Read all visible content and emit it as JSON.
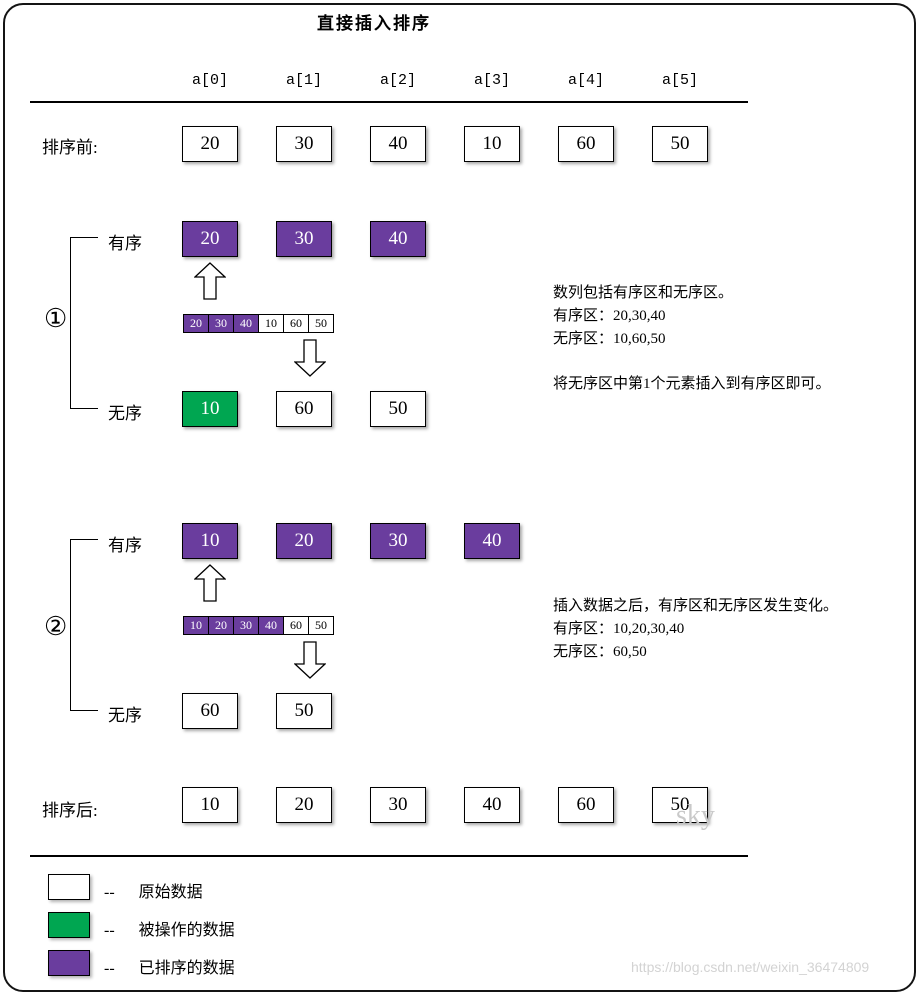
{
  "title": "直接插入排序",
  "headers": [
    "a[0]",
    "a[1]",
    "a[2]",
    "a[3]",
    "a[4]",
    "a[5]"
  ],
  "before": {
    "label": "排序前:",
    "values": [
      "20",
      "30",
      "40",
      "10",
      "60",
      "50"
    ]
  },
  "after": {
    "label": "排序后:",
    "values": [
      "10",
      "20",
      "30",
      "40",
      "60",
      "50"
    ]
  },
  "step1": {
    "number": "①",
    "ordered_label": "有序",
    "unordered_label": "无序",
    "ordered": [
      "20",
      "30",
      "40"
    ],
    "strip": [
      "20",
      "30",
      "40",
      "10",
      "60",
      "50"
    ],
    "unordered": [
      "10",
      "60",
      "50"
    ],
    "note1": "数列包括有序区和无序区。",
    "note2": "有序区：20,30,40",
    "note3": "无序区：10,60,50",
    "note4": "将无序区中第1个元素插入到有序区即可。"
  },
  "step2": {
    "number": "②",
    "ordered_label": "有序",
    "unordered_label": "无序",
    "ordered": [
      "10",
      "20",
      "30",
      "40"
    ],
    "strip": [
      "10",
      "20",
      "30",
      "40",
      "60",
      "50"
    ],
    "unordered": [
      "60",
      "50"
    ],
    "note1": "插入数据之后，有序区和无序区发生变化。",
    "note2": "有序区：10,20,30,40",
    "note3": "无序区：60,50"
  },
  "legend": {
    "items": [
      {
        "dash": "--",
        "label": "原始数据"
      },
      {
        "dash": "--",
        "label": "被操作的数据"
      },
      {
        "dash": "--",
        "label": "已排序的数据"
      }
    ]
  },
  "watermarks": {
    "sky": "sky",
    "url": "https://blog.csdn.net/weixin_36474809"
  },
  "colors": {
    "purple": "#6A3D9E",
    "green": "#00A651"
  }
}
